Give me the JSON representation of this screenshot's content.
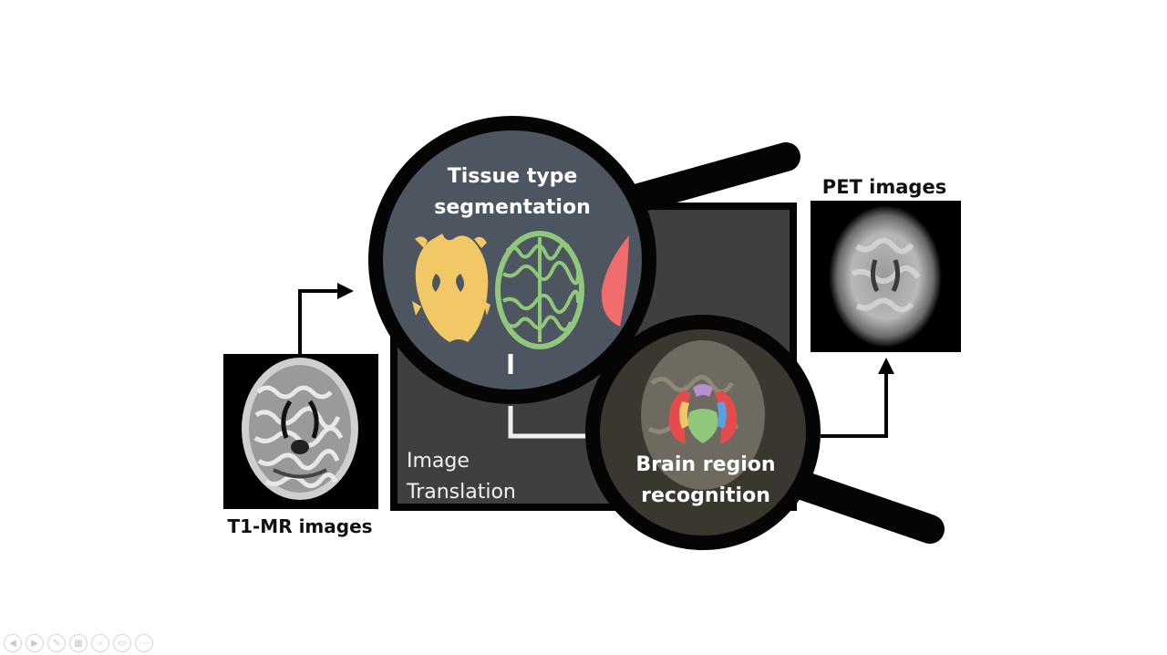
{
  "labels": {
    "tissue_line1": "Tissue type",
    "tissue_line2": "segmentation",
    "pet": "PET images",
    "t1": "T1-MR images",
    "translation_line1": "Image",
    "translation_line2": "Translation",
    "brain_line1": "Brain region",
    "brain_line2": "recognition"
  },
  "colors": {
    "panel": "#3f3f3f",
    "lens_fill": "#4d5560",
    "lens_rim": "#050505",
    "gray_matter": "#8fc87a",
    "white_matter": "#f2c766",
    "csf": "#f06b6b"
  },
  "toolbar": {
    "icons": [
      "prev-icon",
      "next-icon",
      "pen-icon",
      "slides-icon",
      "zoom-icon",
      "subtitle-icon",
      "more-icon"
    ]
  }
}
